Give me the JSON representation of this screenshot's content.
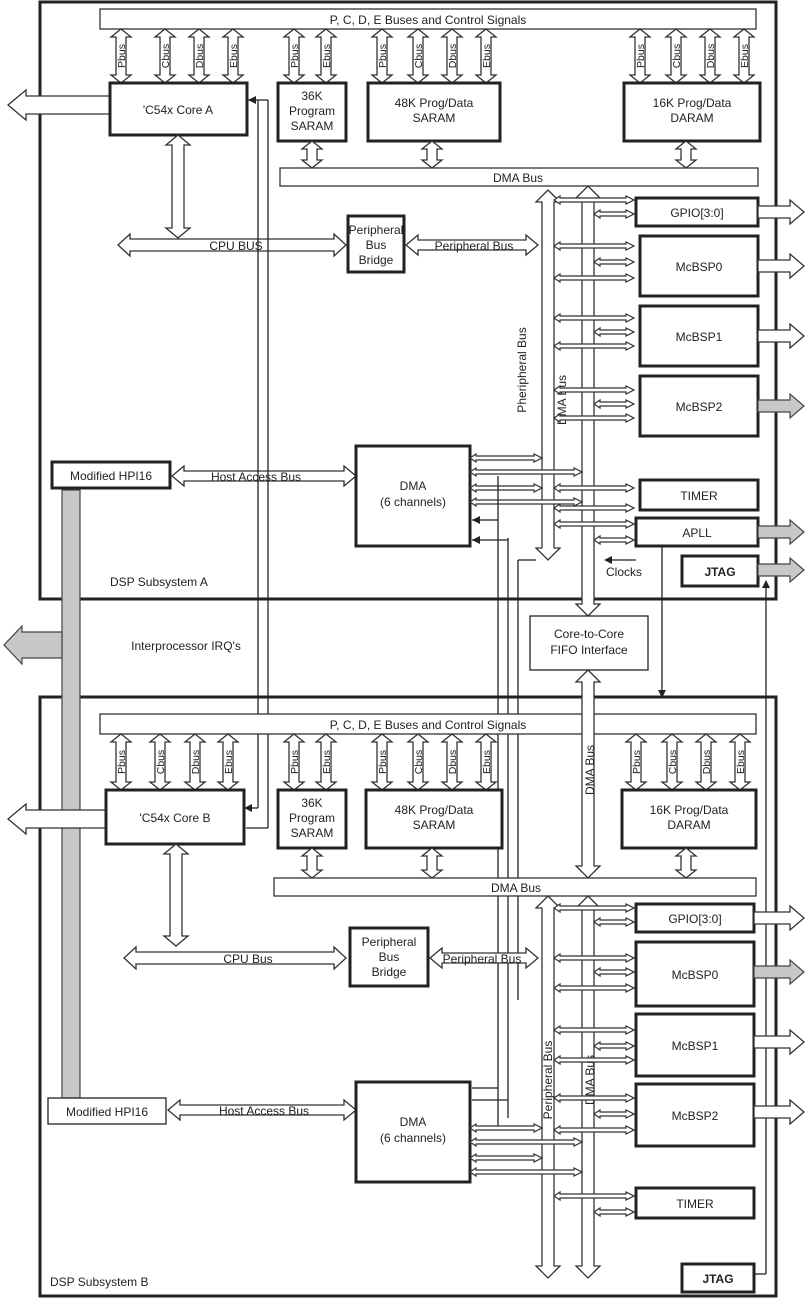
{
  "subsystems": [
    {
      "name": "DSP Subsystem A",
      "top_bus": "P, C, D, E Buses and Control Signals",
      "bus_labels": [
        "Pbus",
        "Cbus",
        "Dbus",
        "Ebus"
      ],
      "core": "'C54x Core A",
      "prog_saram": [
        "36K",
        "Program",
        "SARAM"
      ],
      "data_saram": [
        "48K Prog/Data",
        "SARAM"
      ],
      "daram": [
        "16K Prog/Data",
        "DARAM"
      ],
      "dma_bus": "DMA Bus",
      "cpu_bus": "CPU BUS",
      "bridge": [
        "Peripheral",
        "Bus",
        "Bridge"
      ],
      "periph_bus": "Peripheral Bus",
      "periph_bus_vertical": "Pheripheral Bus",
      "dma_bus_vertical": "DMA Bus",
      "hpi": "Modified HPI16",
      "host_bus": "Host Access Bus",
      "dma": [
        "DMA",
        "(6 channels)"
      ],
      "gpio": "GPIO[3:0]",
      "mcbsp": [
        "McBSP0",
        "McBSP1",
        "McBSP2"
      ],
      "timer": "TIMER",
      "apll": "APLL",
      "jtag": "JTAG",
      "clocks": "Clocks"
    },
    {
      "name": "DSP Subsystem B",
      "top_bus": "P, C, D, E Buses and Control Signals",
      "bus_labels": [
        "Pbus",
        "Cbus",
        "Dbus",
        "Ebus"
      ],
      "core": "'C54x Core B",
      "prog_saram": [
        "36K",
        "Program",
        "SARAM"
      ],
      "data_saram": [
        "48K Prog/Data",
        "SARAM"
      ],
      "daram": [
        "16K Prog/Data",
        "DARAM"
      ],
      "dma_bus": "DMA Bus",
      "cpu_bus": "CPU Bus",
      "bridge": [
        "Peripheral",
        "Bus",
        "Bridge"
      ],
      "periph_bus": "Peripheral Bus",
      "periph_bus_vertical": "Peripheral Bus",
      "dma_bus_vertical": "DMA Bus",
      "hpi": "Modified HPI16",
      "host_bus": "Host Access Bus",
      "dma": [
        "DMA",
        "(6 channels)"
      ],
      "gpio": "GPIO[3:0]",
      "mcbsp": [
        "McBSP0",
        "McBSP1",
        "McBSP2"
      ],
      "timer": "TIMER",
      "jtag": "JTAG"
    }
  ],
  "shared": {
    "irq": "Interprocessor IRQ's",
    "fifo": [
      "Core-to-Core",
      "FIFO Interface"
    ],
    "dma_bus_between": "DMA Bus"
  }
}
